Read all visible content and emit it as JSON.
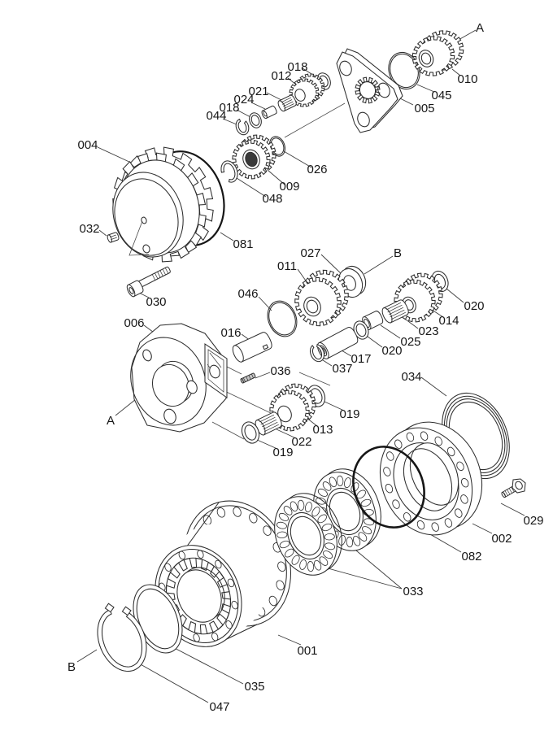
{
  "figure": {
    "type": "exploded-parts-diagram",
    "background_color": "#ffffff",
    "line_color": "#2d2d2d",
    "reference_views": [
      "A",
      "B"
    ]
  },
  "labels": {
    "ref_a_top": "A",
    "ref_b_top": "B",
    "ref_a_bottom": "A",
    "ref_b_bottom": "B",
    "p001": "001",
    "p002": "002",
    "p004": "004",
    "p005": "005",
    "p006": "006",
    "p009": "009",
    "p010": "010",
    "p011": "011",
    "p012": "012",
    "p013": "013",
    "p014": "014",
    "p016": "016",
    "p017": "017",
    "p018a": "018",
    "p018b": "018",
    "p019a": "019",
    "p019b": "019",
    "p020a": "020",
    "p020b": "020",
    "p021": "021",
    "p022": "022",
    "p023": "023",
    "p024": "024",
    "p025": "025",
    "p026": "026",
    "p027": "027",
    "p029": "029",
    "p030": "030",
    "p032": "032",
    "p033": "033",
    "p034": "034",
    "p035": "035",
    "p036": "036",
    "p037": "037",
    "p044": "044",
    "p045": "045",
    "p046": "046",
    "p047": "047",
    "p048": "048",
    "p081": "081",
    "p082": "082"
  }
}
